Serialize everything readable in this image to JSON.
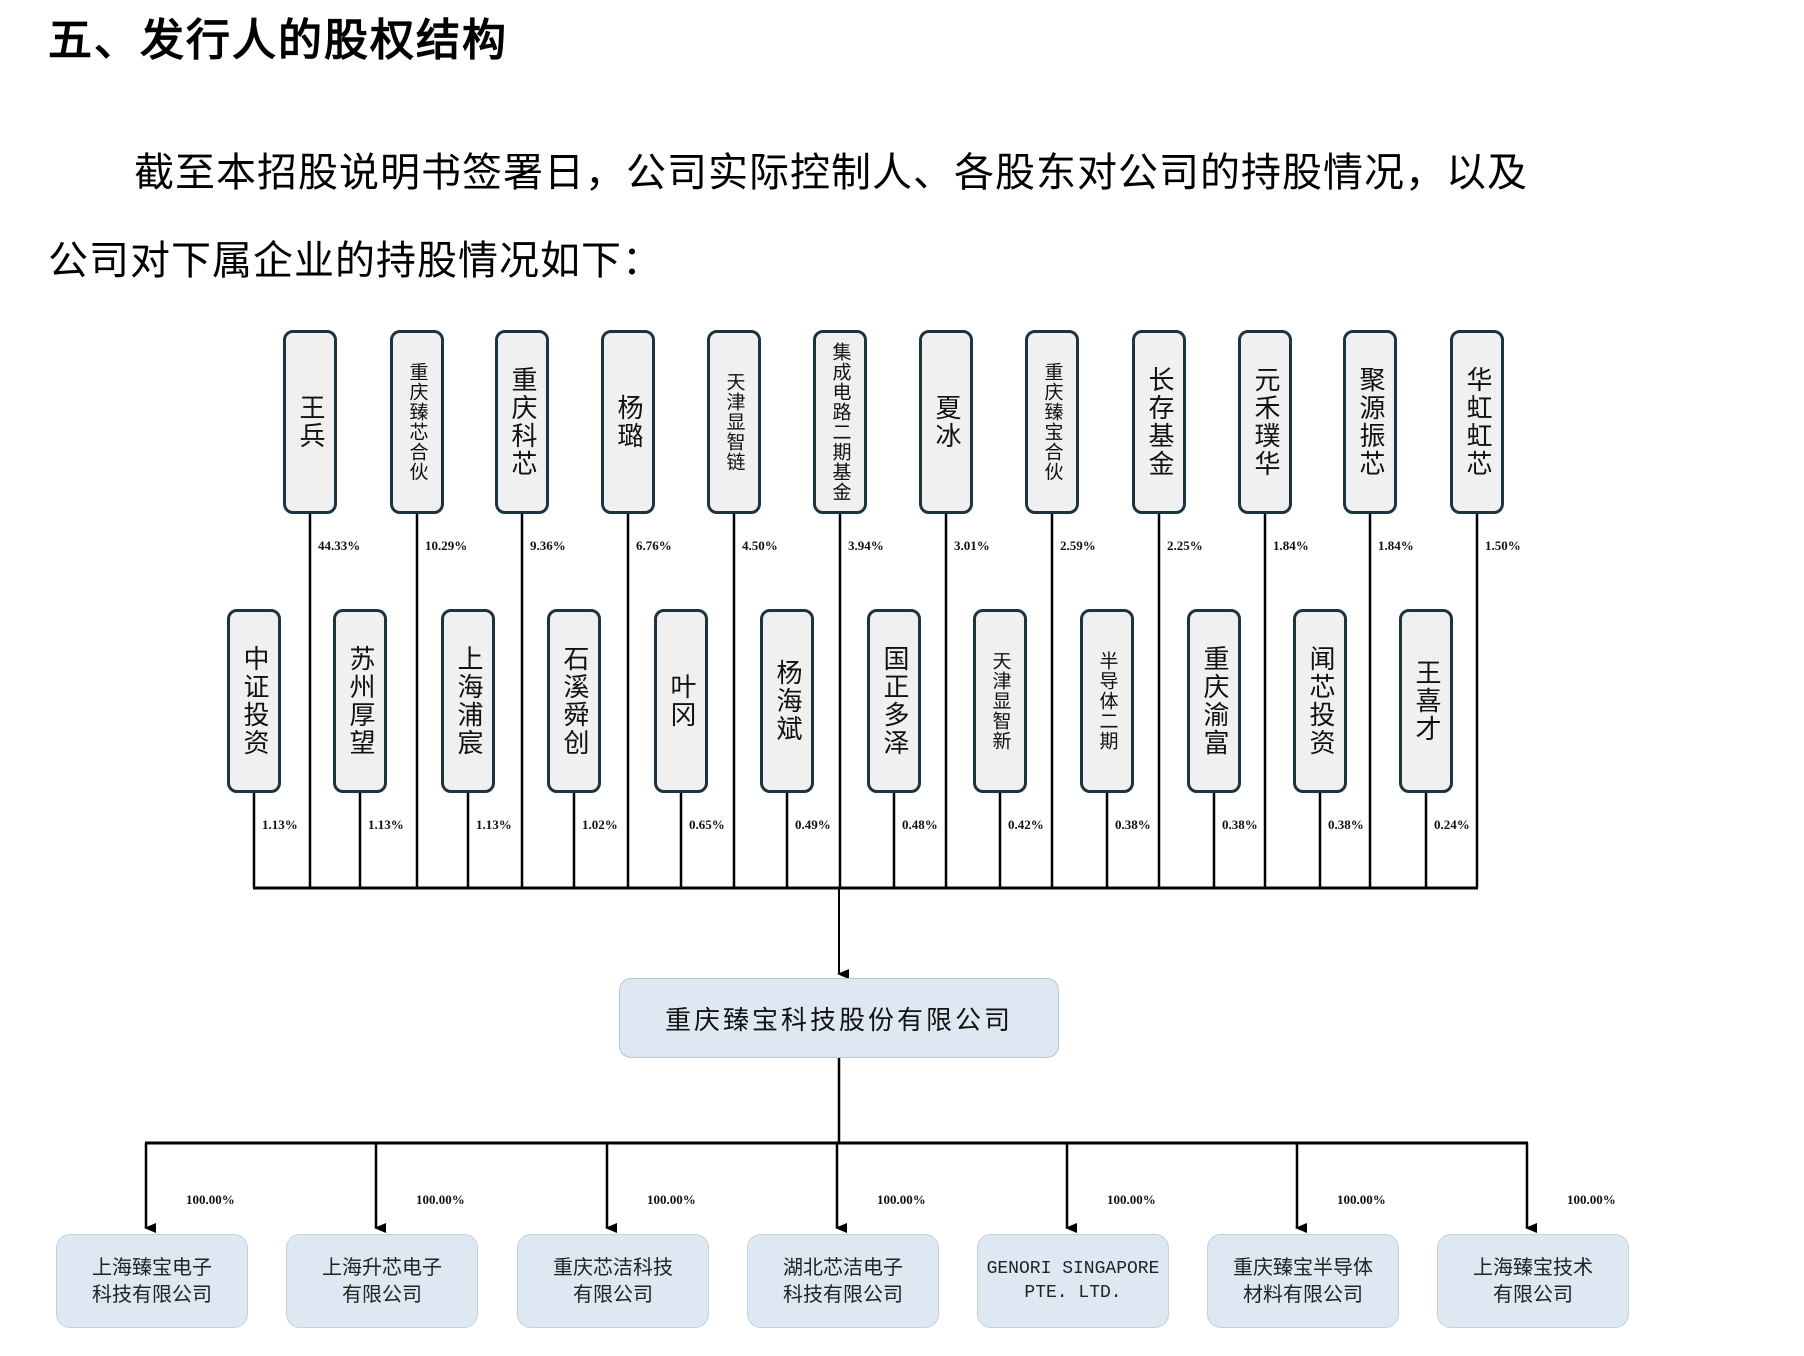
{
  "heading": "五、发行人的股权结构",
  "paragraph": {
    "line1": "截至本招股说明书签署日，公司实际控制人、各股东对公司的持股情况，以及",
    "line2": "公司对下属企业的持股情况如下："
  },
  "chart_data": {
    "type": "diagram",
    "title": "股权结构图",
    "issuer": "重庆臻宝科技股份有限公司",
    "shareholders_top_row": [
      {
        "name": "王兵",
        "pct": "44.33%",
        "pct_value": 44.33
      },
      {
        "name": "重庆臻芯合伙",
        "pct": "10.29%",
        "pct_value": 10.29
      },
      {
        "name": "重庆科芯",
        "pct": "9.36%",
        "pct_value": 9.36
      },
      {
        "name": "杨璐",
        "pct": "6.76%",
        "pct_value": 6.76
      },
      {
        "name": "天津显智链",
        "pct": "4.50%",
        "pct_value": 4.5
      },
      {
        "name": "集成电路二期基金",
        "pct": "3.94%",
        "pct_value": 3.94
      },
      {
        "name": "夏冰",
        "pct": "3.01%",
        "pct_value": 3.01
      },
      {
        "name": "重庆臻宝合伙",
        "pct": "2.59%",
        "pct_value": 2.59
      },
      {
        "name": "长存基金",
        "pct": "2.25%",
        "pct_value": 2.25
      },
      {
        "name": "元禾璞华",
        "pct": "1.84%",
        "pct_value": 1.84
      },
      {
        "name": "聚源振芯",
        "pct": "1.84%",
        "pct_value": 1.84
      },
      {
        "name": "华虹虹芯",
        "pct": "1.50%",
        "pct_value": 1.5
      }
    ],
    "shareholders_bottom_row": [
      {
        "name": "中证投资",
        "pct": "1.13%",
        "pct_value": 1.13
      },
      {
        "name": "苏州厚望",
        "pct": "1.13%",
        "pct_value": 1.13
      },
      {
        "name": "上海浦宸",
        "pct": "1.13%",
        "pct_value": 1.13
      },
      {
        "name": "石溪舜创",
        "pct": "1.02%",
        "pct_value": 1.02
      },
      {
        "name": "叶冈",
        "pct": "0.65%",
        "pct_value": 0.65
      },
      {
        "name": "杨海斌",
        "pct": "0.49%",
        "pct_value": 0.49
      },
      {
        "name": "国正多泽",
        "pct": "0.48%",
        "pct_value": 0.48
      },
      {
        "name": "天津显智新",
        "pct": "0.42%",
        "pct_value": 0.42
      },
      {
        "name": "半导体二期",
        "pct": "0.38%",
        "pct_value": 0.38
      },
      {
        "name": "重庆渝富",
        "pct": "0.38%",
        "pct_value": 0.38
      },
      {
        "name": "闻芯投资",
        "pct": "0.38%",
        "pct_value": 0.38
      },
      {
        "name": "王喜才",
        "pct": "0.24%",
        "pct_value": 0.24
      }
    ],
    "subsidiaries": [
      {
        "line1": "上海臻宝电子",
        "line2": "科技有限公司",
        "pct": "100.00%"
      },
      {
        "line1": "上海升芯电子",
        "line2": "有限公司",
        "pct": "100.00%"
      },
      {
        "line1": "重庆芯洁科技",
        "line2": "有限公司",
        "pct": "100.00%"
      },
      {
        "line1": "湖北芯洁电子",
        "line2": "科技有限公司",
        "pct": "100.00%"
      },
      {
        "line1": "GENORI SINGAPORE",
        "line2": "PTE. LTD.",
        "pct": "100.00%"
      },
      {
        "line1": "重庆臻宝半导体",
        "line2": "材料有限公司",
        "pct": "100.00%"
      },
      {
        "line1": "上海臻宝技术",
        "line2": "有限公司",
        "pct": "100.00%"
      }
    ],
    "colors": {
      "shareholder_box_fill": "#f0f0f0",
      "shareholder_box_border": "#1c3340",
      "company_box_fill": "#dde8f3",
      "line": "#000000"
    }
  }
}
